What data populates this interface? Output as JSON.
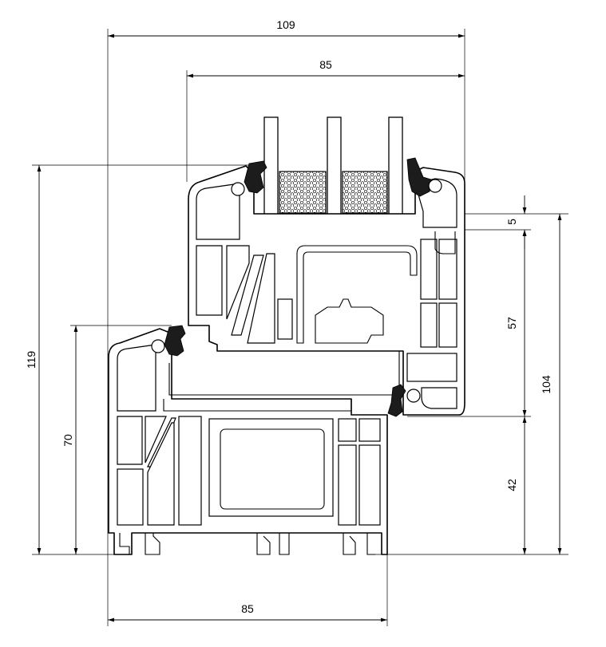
{
  "dimensions": {
    "total_width": "109",
    "sash_width": "85",
    "frame_width": "85",
    "total_height": "119",
    "frame_height": "70",
    "sash_height": "104",
    "glass_rebate": "5",
    "sash_section": "57",
    "frame_section": "42"
  },
  "colors": {
    "line": "#000000",
    "gasket": "#1c1c1c",
    "background": "#ffffff"
  }
}
